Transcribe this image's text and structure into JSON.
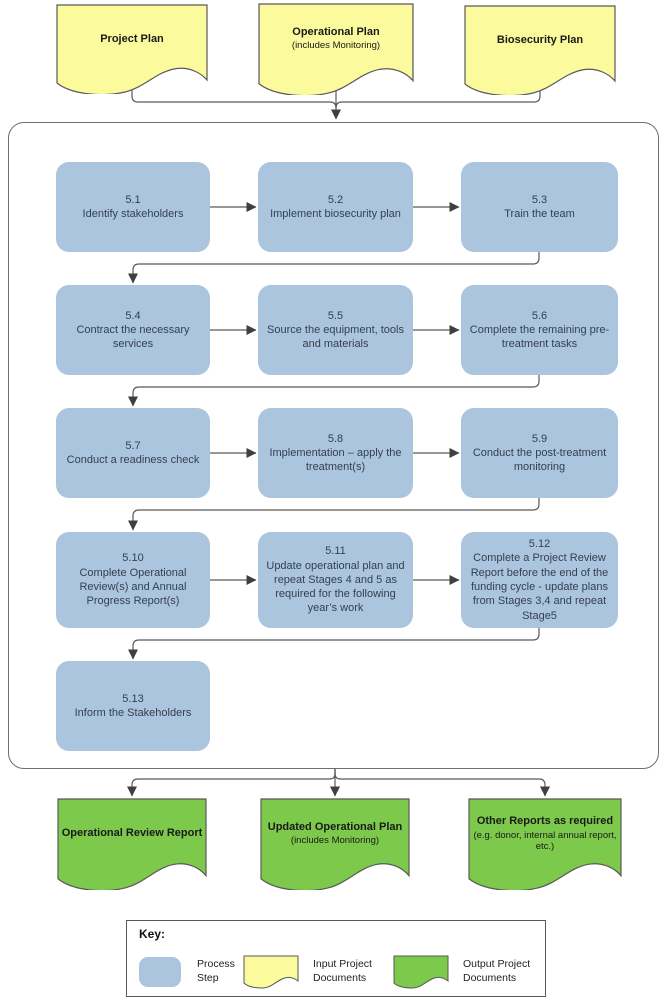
{
  "diagram": {
    "inputs": [
      {
        "title": "Project Plan"
      },
      {
        "title": "Operational Plan",
        "subtitle": "(includes Monitoring)"
      },
      {
        "title": "Biosecurity Plan"
      }
    ],
    "steps": [
      {
        "num": "5.1",
        "label": "Identify stakeholders"
      },
      {
        "num": "5.2",
        "label": "Implement biosecurity plan"
      },
      {
        "num": "5.3",
        "label": "Train the team"
      },
      {
        "num": "5.4",
        "label": "Contract the necessary services"
      },
      {
        "num": "5.5",
        "label": "Source the equipment, tools and materials"
      },
      {
        "num": "5.6",
        "label": "Complete the remaining pre-treatment tasks"
      },
      {
        "num": "5.7",
        "label": "Conduct a readiness check"
      },
      {
        "num": "5.8",
        "label": "Implementation – apply the treatment(s)"
      },
      {
        "num": "5.9",
        "label": "Conduct the post-treatment monitoring"
      },
      {
        "num": "5.10",
        "label": "Complete Operational Review(s) and Annual Progress Report(s)"
      },
      {
        "num": "5.11",
        "label": "Update operational plan and repeat Stages 4 and 5 as required for the following year’s work"
      },
      {
        "num": "5.12",
        "label": "Complete a Project Review Report before the end of the funding cycle - update plans from Stages 3,4 and repeat Stage5"
      },
      {
        "num": "5.13",
        "label": "Inform the Stakeholders"
      }
    ],
    "outputs": [
      {
        "title": "Operational Review Report"
      },
      {
        "title": "Updated Operational Plan",
        "subtitle": "(includes Monitoring)"
      },
      {
        "title": "Other Reports as required",
        "subtitle": "(e.g. donor, internal annual report, etc.)"
      }
    ],
    "key": {
      "title": "Key:",
      "items": [
        {
          "label": "Process Step"
        },
        {
          "label": "Input Project Documents"
        },
        {
          "label": "Output Project Documents"
        }
      ]
    },
    "colors": {
      "process_fill": "#ACC5DE",
      "input_fill": "#FBFB9E",
      "output_fill": "#7CC94B",
      "line": "#595959",
      "arrow": "#3f3f3f"
    }
  }
}
